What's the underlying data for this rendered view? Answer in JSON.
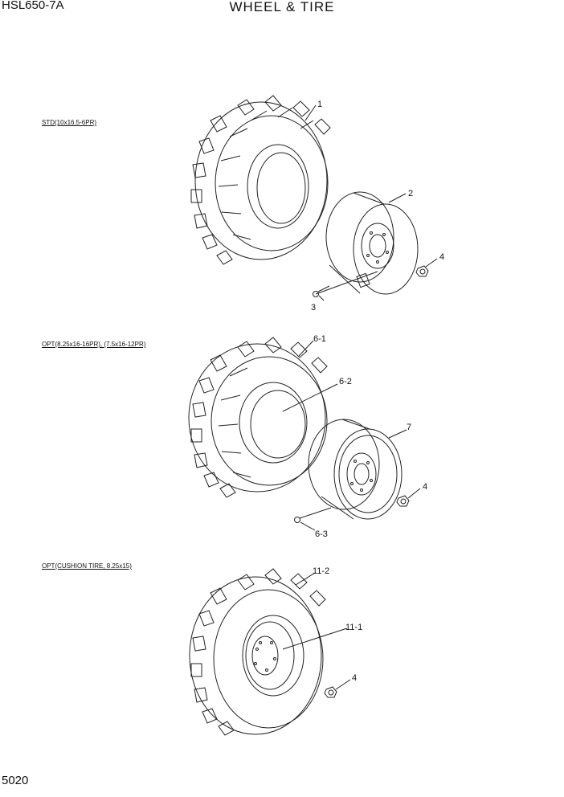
{
  "header": {
    "model": "HSL650-7A",
    "title": "WHEEL & TIRE"
  },
  "footer": {
    "page_number": "5020"
  },
  "sections": [
    {
      "label": "STD(10x16.5-6PR)",
      "callouts": [
        "1",
        "2",
        "3",
        "4"
      ]
    },
    {
      "label": "OPT(8.25x16-16PR), (7.5x16-12PR)",
      "callouts": [
        "6-1",
        "6-2",
        "7",
        "4",
        "6-3"
      ]
    },
    {
      "label": "OPT(CUSHION TIRE, 8.25x15)",
      "callouts": [
        "11-2",
        "11-1",
        "4"
      ]
    }
  ]
}
